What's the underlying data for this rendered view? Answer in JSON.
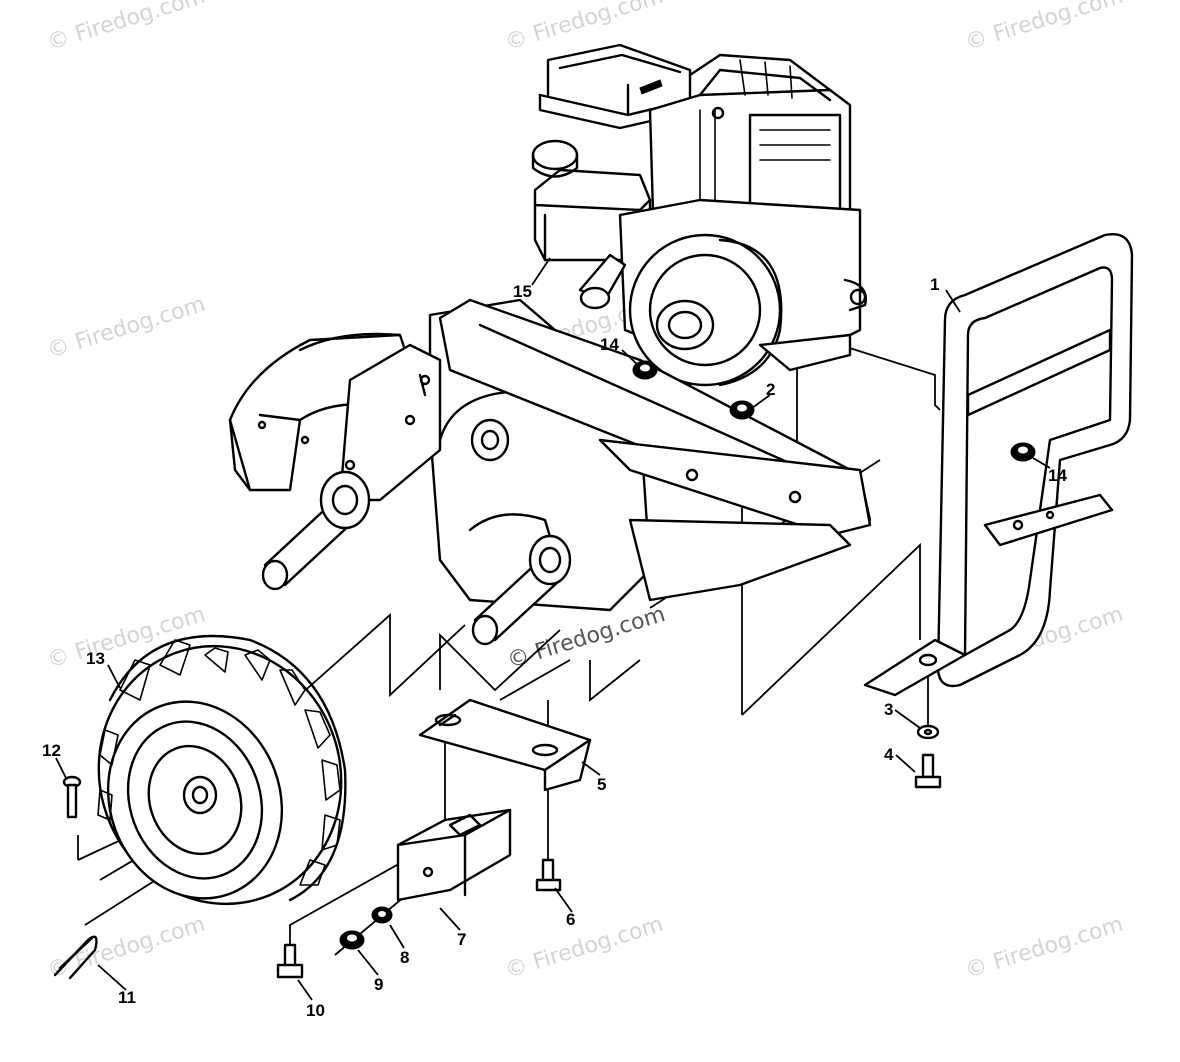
{
  "watermark": "© Firedog.com",
  "callouts": [
    {
      "id": "1",
      "label": "1"
    },
    {
      "id": "2",
      "label": "2"
    },
    {
      "id": "3",
      "label": "3"
    },
    {
      "id": "4",
      "label": "4"
    },
    {
      "id": "5",
      "label": "5"
    },
    {
      "id": "6",
      "label": "6"
    },
    {
      "id": "7",
      "label": "7"
    },
    {
      "id": "8",
      "label": "8"
    },
    {
      "id": "9",
      "label": "9"
    },
    {
      "id": "10",
      "label": "10"
    },
    {
      "id": "11",
      "label": "11"
    },
    {
      "id": "12",
      "label": "12"
    },
    {
      "id": "13",
      "label": "13"
    },
    {
      "id": "14a",
      "label": "14"
    },
    {
      "id": "14b",
      "label": "14"
    },
    {
      "id": "15",
      "label": "15"
    }
  ],
  "colors": {
    "line": "#000000",
    "background": "#ffffff",
    "watermark": "#d4d4d4"
  }
}
